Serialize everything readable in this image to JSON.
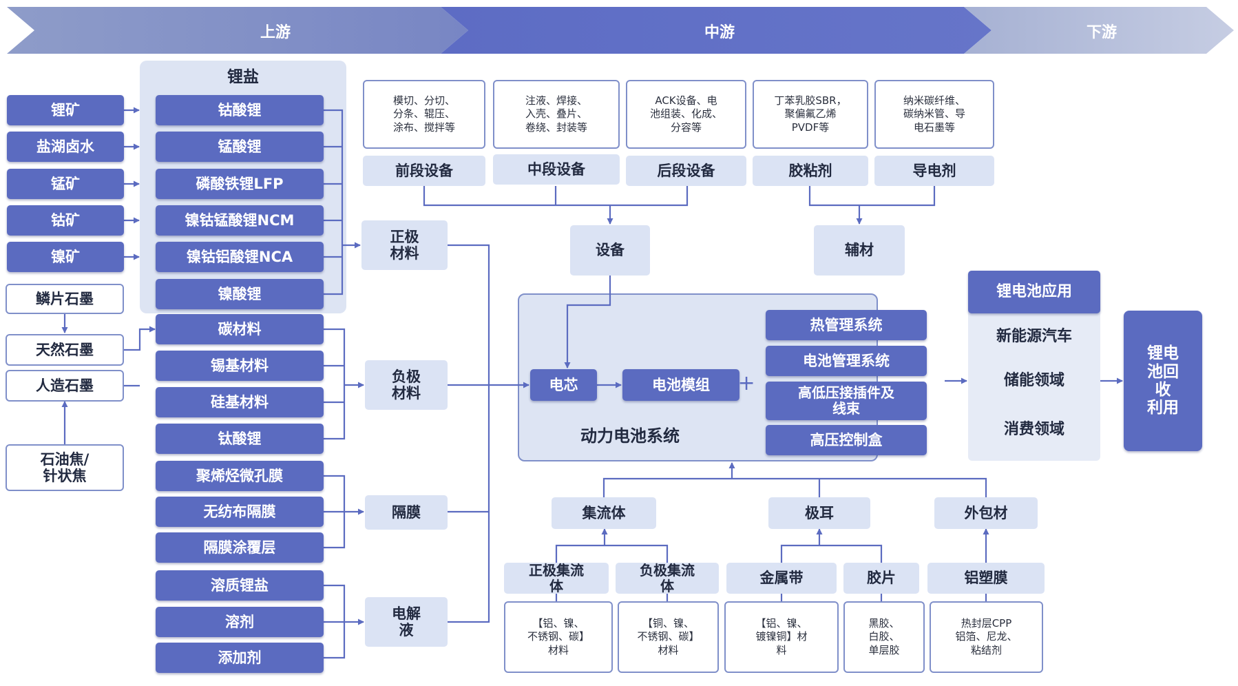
{
  "phases": {
    "upstream": "上游",
    "midstream": "中游",
    "downstream": "下游"
  },
  "upstream": {
    "lithium_salt_title": "锂盐",
    "raw_minerals": [
      "锂矿",
      "盐湖卤水",
      "锰矿",
      "钴矿",
      "镍矿"
    ],
    "graphite": [
      "鳞片石墨",
      "天然石墨",
      "人造石墨",
      "石油焦/\n针状焦"
    ],
    "lithium_salts": [
      "钴酸锂",
      "锰酸锂",
      "磷酸铁锂LFP",
      "镍钴锰酸锂NCM",
      "镍钴铝酸锂NCA",
      "镍酸锂"
    ],
    "anode_items": [
      "碳材料",
      "锡基材料",
      "硅基材料",
      "钛酸锂"
    ],
    "separator_items": [
      "聚烯烃微孔膜",
      "无纺布隔膜",
      "隔膜涂覆层"
    ],
    "electrolyte_items": [
      "溶质锂盐",
      "溶剂",
      "添加剂"
    ],
    "materials": [
      "正极\n材料",
      "负极\n材料",
      "隔膜",
      "电解\n液"
    ]
  },
  "midstream": {
    "equipment_notes": [
      "模切、分切、\n分条、辊压、\n涂布、搅拌等",
      "注液、焊接、\n入壳、叠片、\n卷绕、封装等",
      "ACK设备、电\n池组装、化成、\n分容等",
      "丁苯乳胶SBR，\n聚偏氟乙烯\nPVDF等",
      "纳米碳纤维、\n碳纳米管、导\n电石墨等"
    ],
    "equipment_labels": [
      "前段设备",
      "中段设备",
      "后段设备",
      "胶粘剂",
      "导电剂"
    ],
    "equipment": "设备",
    "auxiliary": "辅材",
    "cell": "电芯",
    "module": "电池模组",
    "plus": "+",
    "systems": [
      "热管理系统",
      "电池管理系统",
      "高低压接插件及\n线束",
      "高压控制盒"
    ],
    "battery_system": "动力电池系统",
    "components": [
      "集流体",
      "极耳",
      "外包材"
    ],
    "subcomponents": [
      "正极集流\n体",
      "负极集流\n体",
      "金属带",
      "胶片",
      "铝塑膜"
    ],
    "subcomponent_notes": [
      "【铝、镍、\n不锈钢、碳】\n材料",
      "【铜、镍、\n不锈钢、碳】\n材料",
      "【铝、镍、\n镀镍铜】材\n料",
      "黑胶、\n白胶、\n单层胶",
      "热封层CPP\n铝箔、尼龙、\n粘结剂"
    ]
  },
  "downstream": {
    "application_title": "锂电池应用",
    "applications": [
      "新能源汽车",
      "储能领域",
      "消费领域"
    ],
    "recycling": "锂电\n池回\n收\n利用"
  }
}
